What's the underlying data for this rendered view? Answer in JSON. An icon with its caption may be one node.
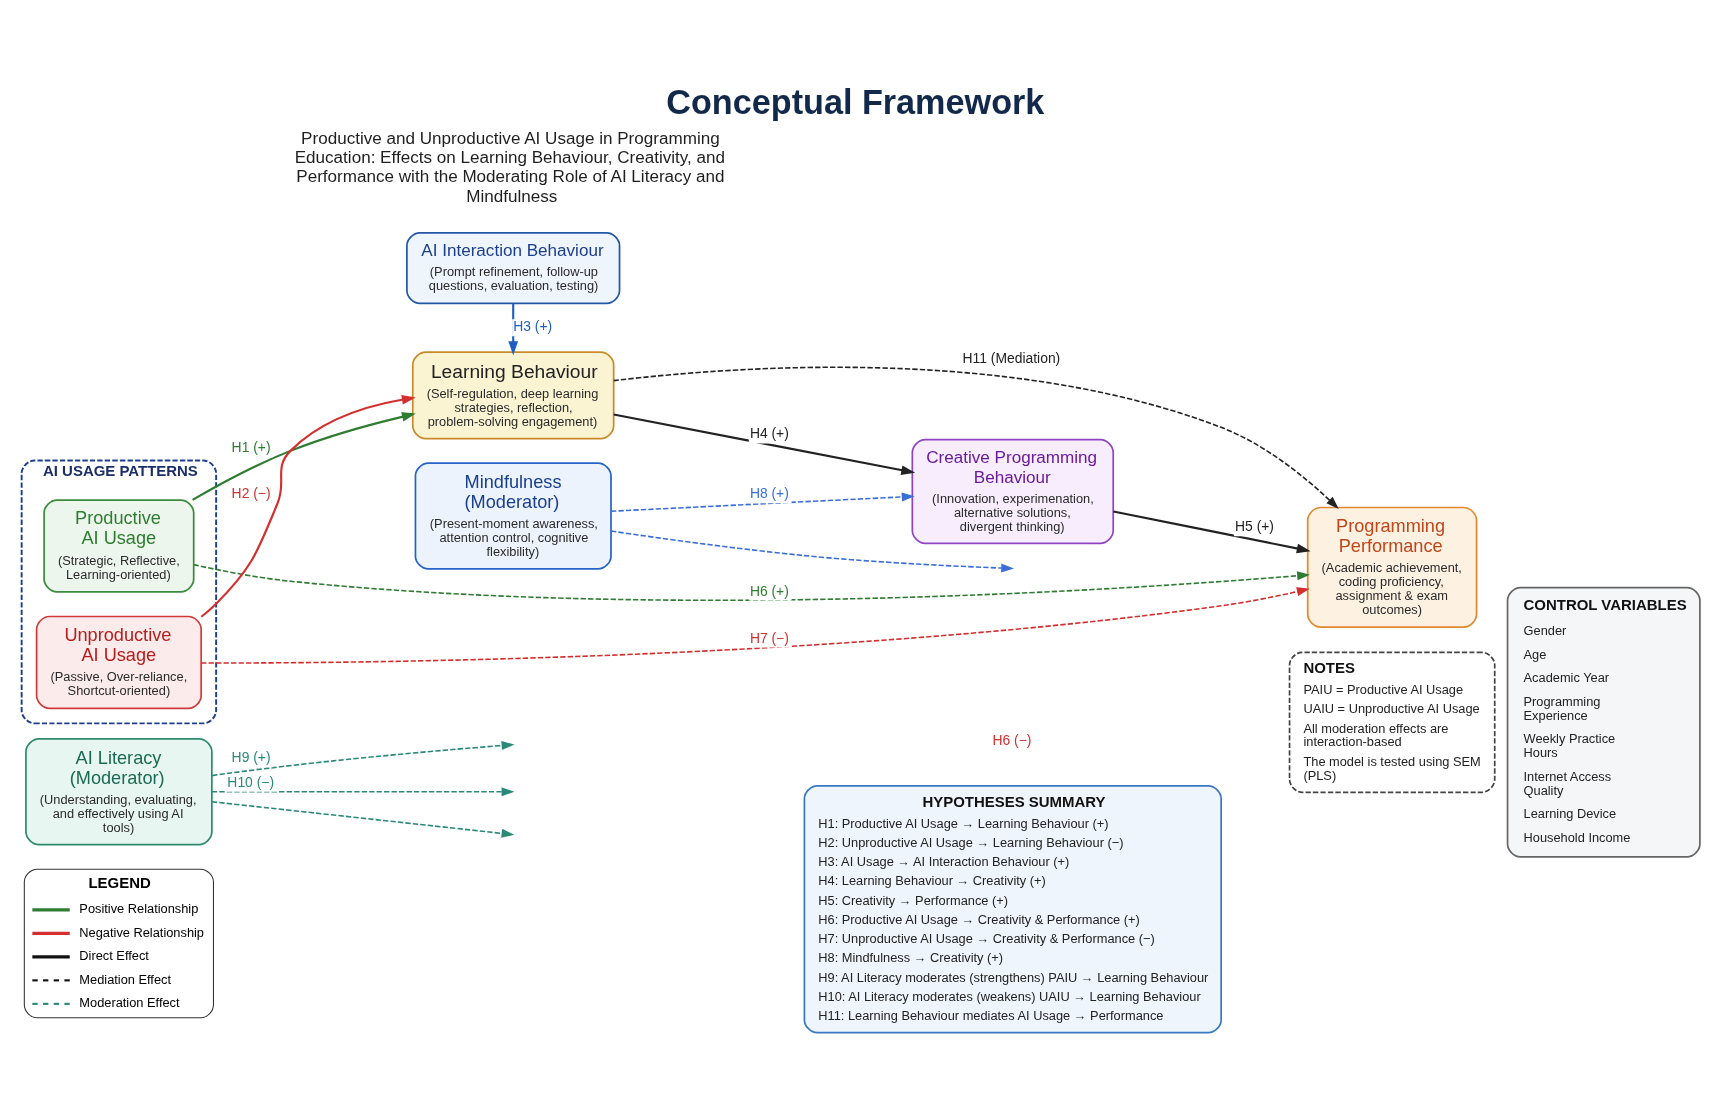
{
  "diagram": {
    "title": "Conceptual Framework",
    "nodes": [
      {
        "text": [
          "AI Interaction Behaviour",
          "(Prompt refinement, follow-up questions, evaluation, testing)"
        ]
      },
      {
        "text": [
          "AI USAGE PATTERNS"
        ]
      },
      {
        "text": [
          "Productive AI Usage",
          "(Strategic, Reflective, Learning-oriented)"
        ],
        "in": 1
      },
      {
        "text": [
          "Unproductive AI Usage",
          "(Passive, Over-reliance, Shortcut-oriented)"
        ],
        "in": 1
      },
      {
        "text": [
          "Learning Behaviour",
          "(Self-regulation, deep learning strategies, reflection, problem-solving engagement)"
        ]
      },
      {
        "text": [
          "Creative Programming Behaviour",
          "(Innovation, experimenation, alternative solutions, divergent thinking)"
        ]
      },
      {
        "text": [
          "Programming Performance",
          "(Academic achievement, coding proficiency, assignment & exam outcomes)"
        ]
      },
      {
        "text": [
          "CONTROL VARIABLES",
          "Gender",
          "Age",
          "Academic Year",
          "Programming Experience",
          "Weekly Practice Hours",
          "Internet Access Quality",
          "Learning Device",
          "Household Income"
        ]
      },
      {
        "text": [
          "AI Literacy (Moderator)",
          "(Understanding, evaluating, and effectively using AI tools)"
        ]
      },
      {
        "text": [
          "Mindfulness (Moderator)",
          "(Present-moment awareness, attention control, cognitive flexibility)"
        ]
      },
      {
        "text": [
          "HYPOTHESES SUMMARY",
          "H1: Productive AI Usage → Learning Behaviour (+)",
          "H2: Unproductive AI Usage → Learning Behaviour (−)",
          "H3: AI Usage → AI Interaction Behaviour (+)",
          "H4: Learning Behaviour → Creativity (+)",
          "H5: Creativity → Performance (+)",
          "H6: Productive AI Usage → Creativity & Performance (+)",
          "H7: Unproductive AI Usage → Creativity & Performance (−)",
          "H8: Mindfulness → Creativity (+)",
          "H9: AI Literacy moderates (strengthens) PAIU → Learning Behaviour",
          "H10: AI Literacy moderates (weakens) UAIU → Learning Behaviour",
          "H11: Learning Behaviour mediates AI Usage → Performance"
        ]
      },
      {
        "text": [
          "NOTES",
          "PAIU = Productive AI Usage",
          "UAIU = Unproductive AI Usage",
          "All moderation effects are interaction-based",
          "The model is tested using SEM (PLS)"
        ]
      }
    ],
    "edges": [
      {
        "from": 2,
        "to": 4,
        "arrow": "to",
        "label": "H1 (+)",
        "color": "#2e7d32"
      },
      {
        "from": 3,
        "to": 4,
        "arrow": "to",
        "label": "H2 (−)",
        "color": "#d32f2f"
      },
      {
        "from": 0,
        "to": 4,
        "arrow": "to",
        "label": "H3 (+)",
        "color": "#1f5fbf"
      },
      {
        "from": 4,
        "to": 5,
        "arrow": "to",
        "label": "H4 (+)"
      },
      {
        "from": 5,
        "to": 6,
        "arrow": "to",
        "label": "H5 (+)"
      },
      {
        "from": 2,
        "to": 6,
        "arrow": "to",
        "label": "H6 (+)",
        "style": "dashed",
        "color": "#2e7d32"
      },
      {
        "from": 3,
        "to": 6,
        "arrow": "to",
        "label": "H7 (−)",
        "style": "dashed",
        "color": "#d32f2f"
      },
      {
        "from": 4,
        "to": 6,
        "arrow": "to",
        "label": "H11 (Mediation)",
        "style": "dashed"
      },
      {
        "from": 8,
        "to": null,
        "arrow": "to",
        "style": "dashed",
        "color": "#2a8a78"
      },
      {
        "from": 8,
        "to": null,
        "arrow": "to",
        "label": "H9 (+)",
        "style": "dashed",
        "color": "#2a8a78"
      },
      {
        "from": 8,
        "to": null,
        "arrow": "to",
        "label": "H10 (−)",
        "style": "dashed",
        "color": "#2a8a78"
      },
      {
        "from": 9,
        "to": 5,
        "arrow": "to",
        "label": "H8 (+)",
        "style": "dashed",
        "color": "#3a6fd8"
      },
      {
        "from": 9,
        "to": null,
        "arrow": "to",
        "style": "dashed",
        "color": "#3a6fd8"
      }
    ],
    "labels": [
      "Productive and Unproductive AI Usage in Programming Education: Effects on Learning Behaviour, Creativity, and Performance with the Moderating Role of AI Literacy and Mindfulness",
      "H6 (−)",
      "LEGEND"
    ],
    "legend": [
      {
        "text": "Positive Relationship"
      },
      {
        "text": "Negative Relationship"
      },
      {
        "text": "Direct Effect"
      },
      {
        "text": "Mediation Effect"
      },
      {
        "text": "Moderation Effect"
      }
    ]
  }
}
